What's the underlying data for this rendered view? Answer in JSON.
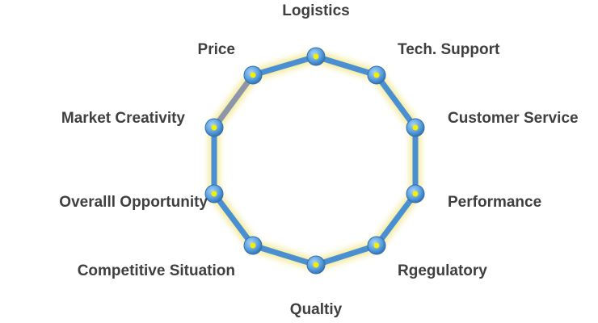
{
  "colors": {
    "ring": "#4a8fd1",
    "ring_dark": "#2f6fb0",
    "glow": "#f4ea9a",
    "segment_grey": "#8c96a8",
    "node": "#5ea2e0",
    "node_center": "#f3f000",
    "text": "#3f3f3f"
  },
  "nodes": [
    {
      "label": "Logistics"
    },
    {
      "label": "Tech. Support"
    },
    {
      "label": "Customer Service"
    },
    {
      "label": "Performance"
    },
    {
      "label": "Rgegulatory"
    },
    {
      "label": "Qualtiy"
    },
    {
      "label": "Competitive Situation"
    },
    {
      "label": "Overalll Opportunity"
    },
    {
      "label": "Market Creativity"
    },
    {
      "label": "Price"
    }
  ]
}
